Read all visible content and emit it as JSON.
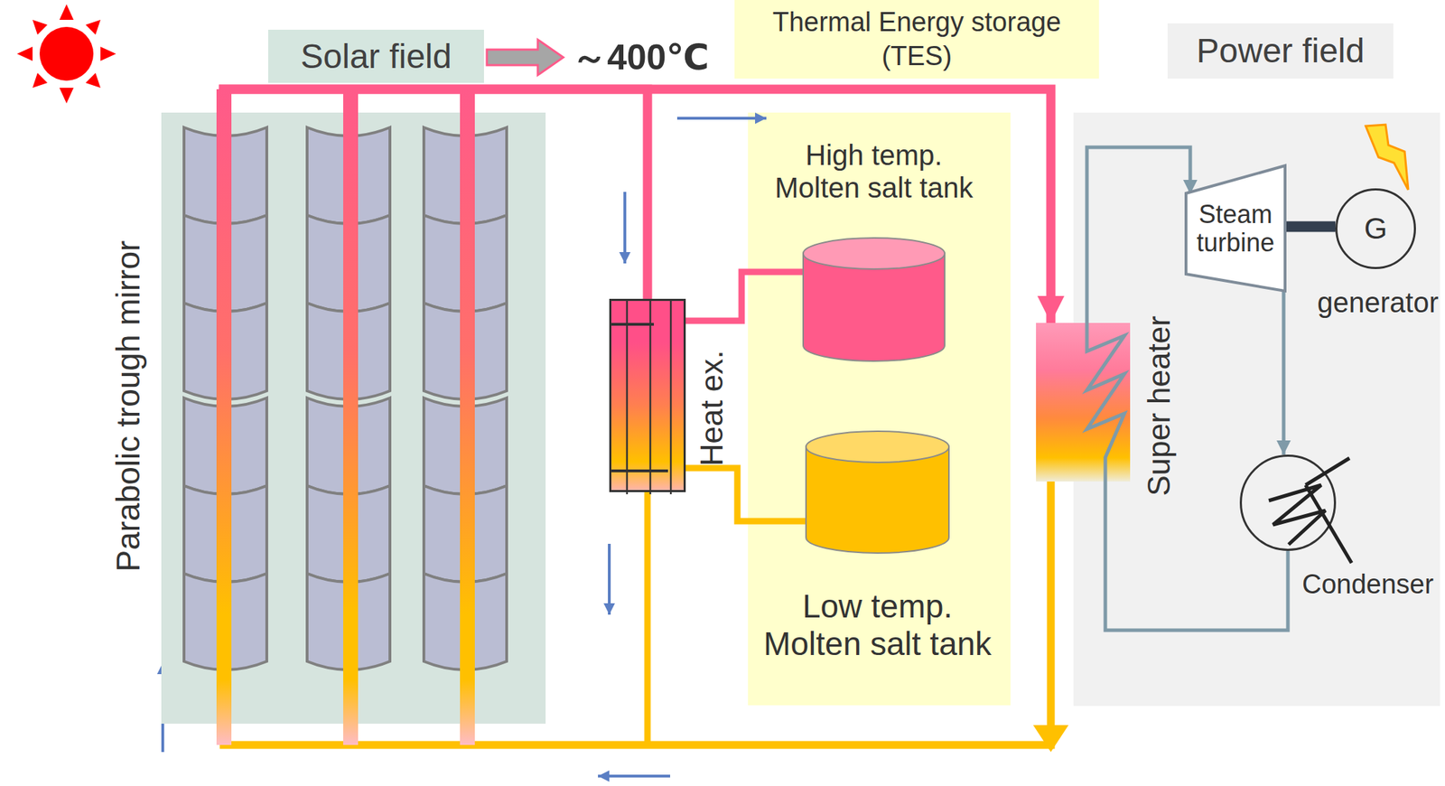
{
  "diagram": {
    "nodes": [
      {
        "text": [
          "Solar field"
        ]
      },
      {
        "text": [
          "Thermal Energy storage (TES)"
        ]
      },
      {
        "text": [
          "Power field"
        ]
      },
      {
        "text": [
          "Parabolic trough mirror"
        ]
      },
      {
        "text": [
          "Heat ex."
        ]
      },
      {
        "text": [
          "High temp. Molten salt tank"
        ]
      },
      {
        "text": [
          "Low temp. Molten salt tank"
        ]
      },
      {
        "text": [
          "Super heater"
        ]
      },
      {
        "text": [
          "Steam turbine"
        ]
      },
      {
        "text": [
          "G",
          "generator"
        ]
      },
      {
        "text": [
          "Condenser"
        ]
      }
    ],
    "edges": [
      {
        "from": 3,
        "to": 4,
        "arrow": "none"
      },
      {
        "from": 3,
        "to": 7,
        "arrow": "to"
      },
      {
        "from": 4,
        "to": 5,
        "arrow": "none"
      },
      {
        "from": 4,
        "to": 6,
        "arrow": "none"
      },
      {
        "from": 4,
        "to": 3,
        "arrow": "none"
      },
      {
        "from": 7,
        "to": 3,
        "arrow": "none"
      },
      {
        "from": 7,
        "to": 8,
        "arrow": "to"
      },
      {
        "from": 8,
        "to": 10,
        "arrow": "to"
      },
      {
        "from": 10,
        "to": 7,
        "arrow": "none"
      },
      {
        "from": 8,
        "to": 9,
        "arrow": "none"
      }
    ],
    "labels": [
      "～400℃"
    ]
  }
}
